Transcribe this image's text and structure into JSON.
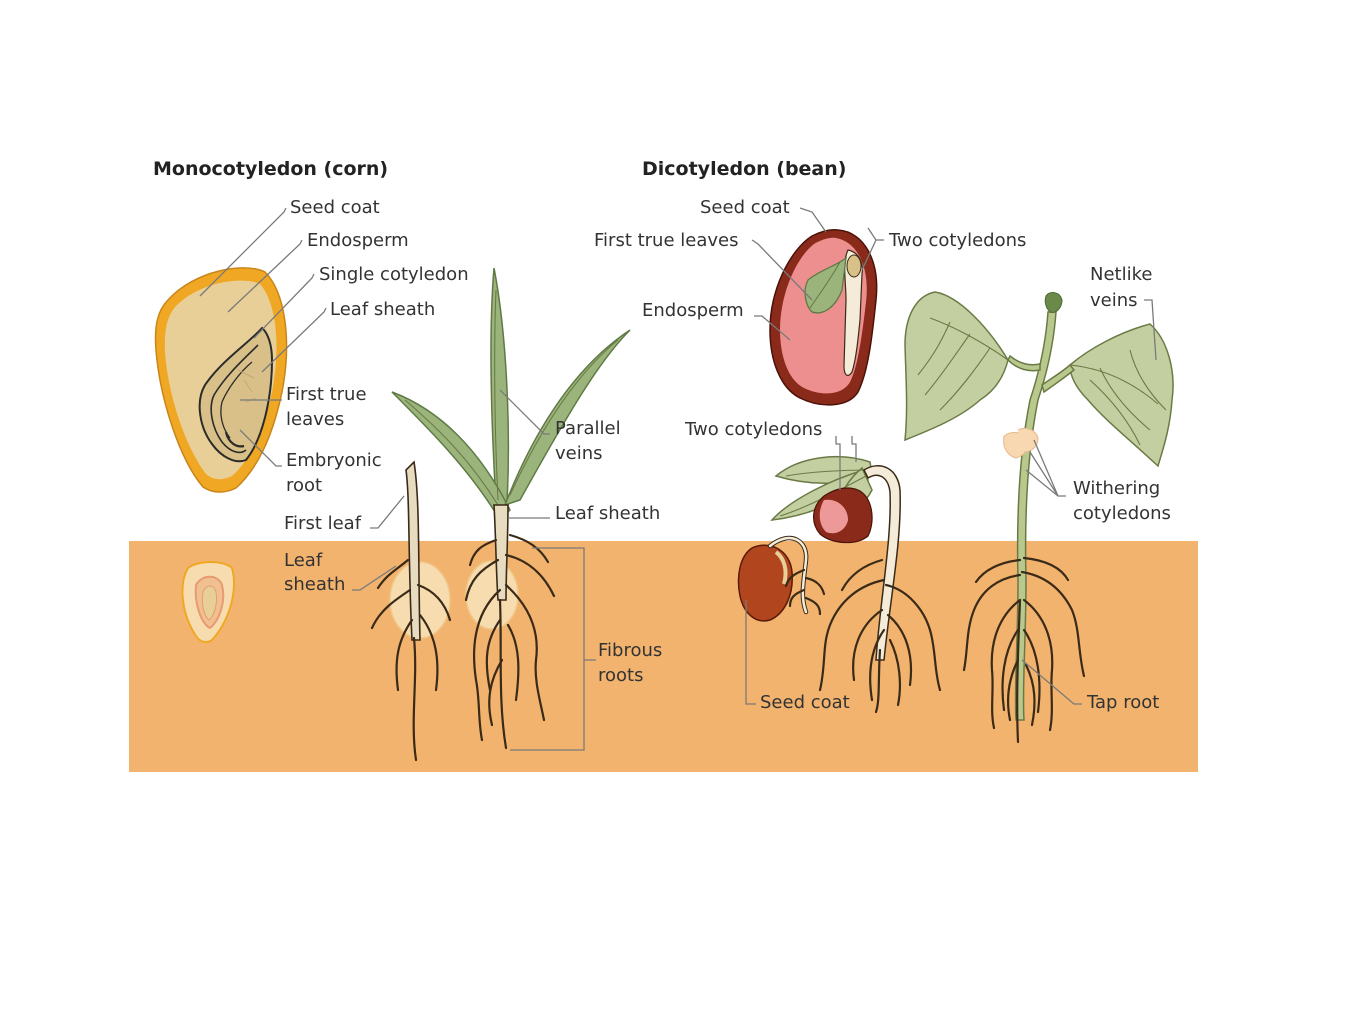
{
  "colors": {
    "soil": "#f2b36e",
    "background": "#ffffff",
    "corn_kernel_outer": "#f0a824",
    "corn_endosperm": "#e8cf98",
    "bean_seed_coat": "#8a2a1a",
    "bean_endosperm": "#ee8f8f",
    "leaf_green": "#9bb47c",
    "label_text": "#333333"
  },
  "monocot": {
    "title": "Monocotyledon (corn)",
    "labels": {
      "seed_coat": "Seed coat",
      "endosperm": "Endosperm",
      "single_cotyledon": "Single cotyledon",
      "leaf_sheath_top": "Leaf sheath",
      "first_true_leaves_1": "First true",
      "first_true_leaves_2": "leaves",
      "embryonic_root_1": "Embryonic",
      "embryonic_root_2": "root",
      "first_leaf": "First leaf",
      "leaf_sheath_low_1": "Leaf",
      "leaf_sheath_low_2": "sheath",
      "parallel_veins_1": "Parallel",
      "parallel_veins_2": "veins",
      "leaf_sheath_mid": "Leaf sheath",
      "fibrous_roots_1": "Fibrous",
      "fibrous_roots_2": "roots"
    }
  },
  "dicot": {
    "title": "Dicotyledon (bean)",
    "labels": {
      "seed_coat_top": "Seed coat",
      "first_true_leaves": "First true leaves",
      "two_cotyledons_top": "Two cotyledons",
      "endosperm": "Endosperm",
      "netlike_veins_1": "Netlike",
      "netlike_veins_2": "veins",
      "two_cotyledons_mid": "Two cotyledons",
      "withering_1": "Withering",
      "withering_2": "cotyledons",
      "seed_coat_bottom": "Seed coat",
      "tap_root": "Tap root"
    }
  }
}
